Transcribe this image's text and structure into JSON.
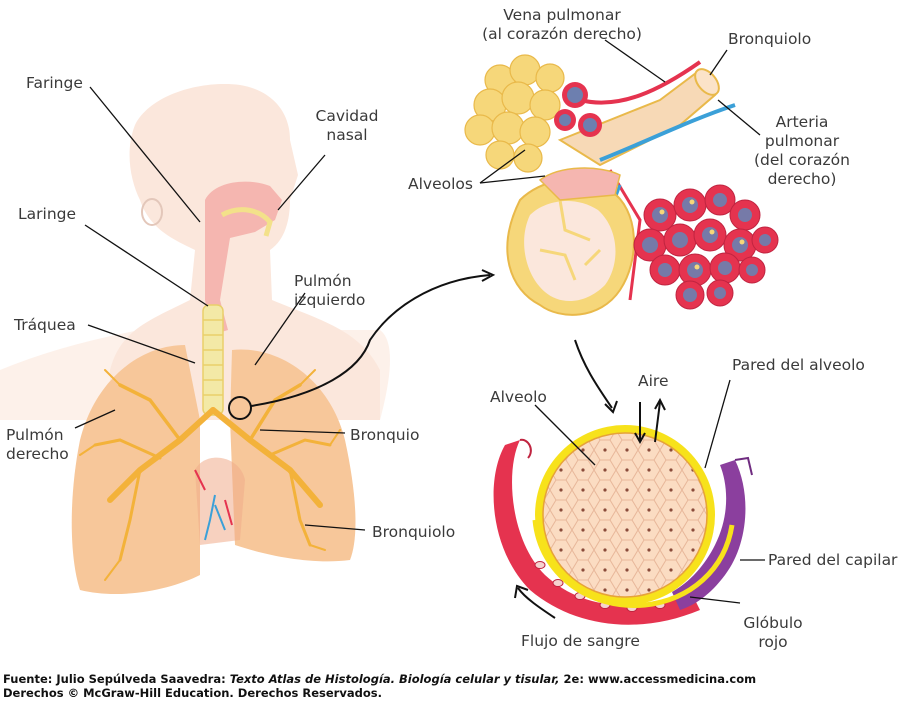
{
  "labels": {
    "faringe": "Faringe",
    "cavidad_nasal_1": "Cavidad",
    "cavidad_nasal_2": "nasal",
    "laringe": "Laringe",
    "traquea": "Tráquea",
    "pulmon_izq_1": "Pulmón",
    "pulmon_izq_2": "izquierdo",
    "pulmon_der_1": "Pulmón",
    "pulmon_der_2": "derecho",
    "bronquio": "Bronquio",
    "bronquiolo_left": "Bronquiolo",
    "vena_1": "Vena pulmonar",
    "vena_2": "(al corazón derecho)",
    "bronquiolo_top": "Bronquiolo",
    "arteria_1": "Arteria",
    "arteria_2": "pulmonar",
    "arteria_3": "(del corazón",
    "arteria_4": "derecho)",
    "alveolos": "Alveolos",
    "alveolo": "Alveolo",
    "aire": "Aire",
    "pared_alveolo": "Pared del alveolo",
    "pared_capilar": "Pared del capilar",
    "globulo_1": "Glóbulo",
    "globulo_2": "rojo",
    "flujo": "Flujo de sangre"
  },
  "caption": {
    "line1_a": "Fuente: Julio Sepúlveda Saavedra: ",
    "line1_b": "Texto Atlas de Histología. Biología celular y tisular,",
    "line1_c": " 2e: www.accessmedicina.com",
    "line2": "Derechos © McGraw-Hill Education. Derechos Reservados."
  },
  "colors": {
    "skin": "#fbe7dc",
    "lung": "#f7c79a",
    "bronchi": "#f3b23a",
    "vein_red": "#e5334f",
    "artery_blue": "#3ba0d8",
    "alveoli_yellow": "#f6d77a",
    "capillary_purple": "#8b3f9e",
    "membrane_yellow": "#f7e21b"
  }
}
